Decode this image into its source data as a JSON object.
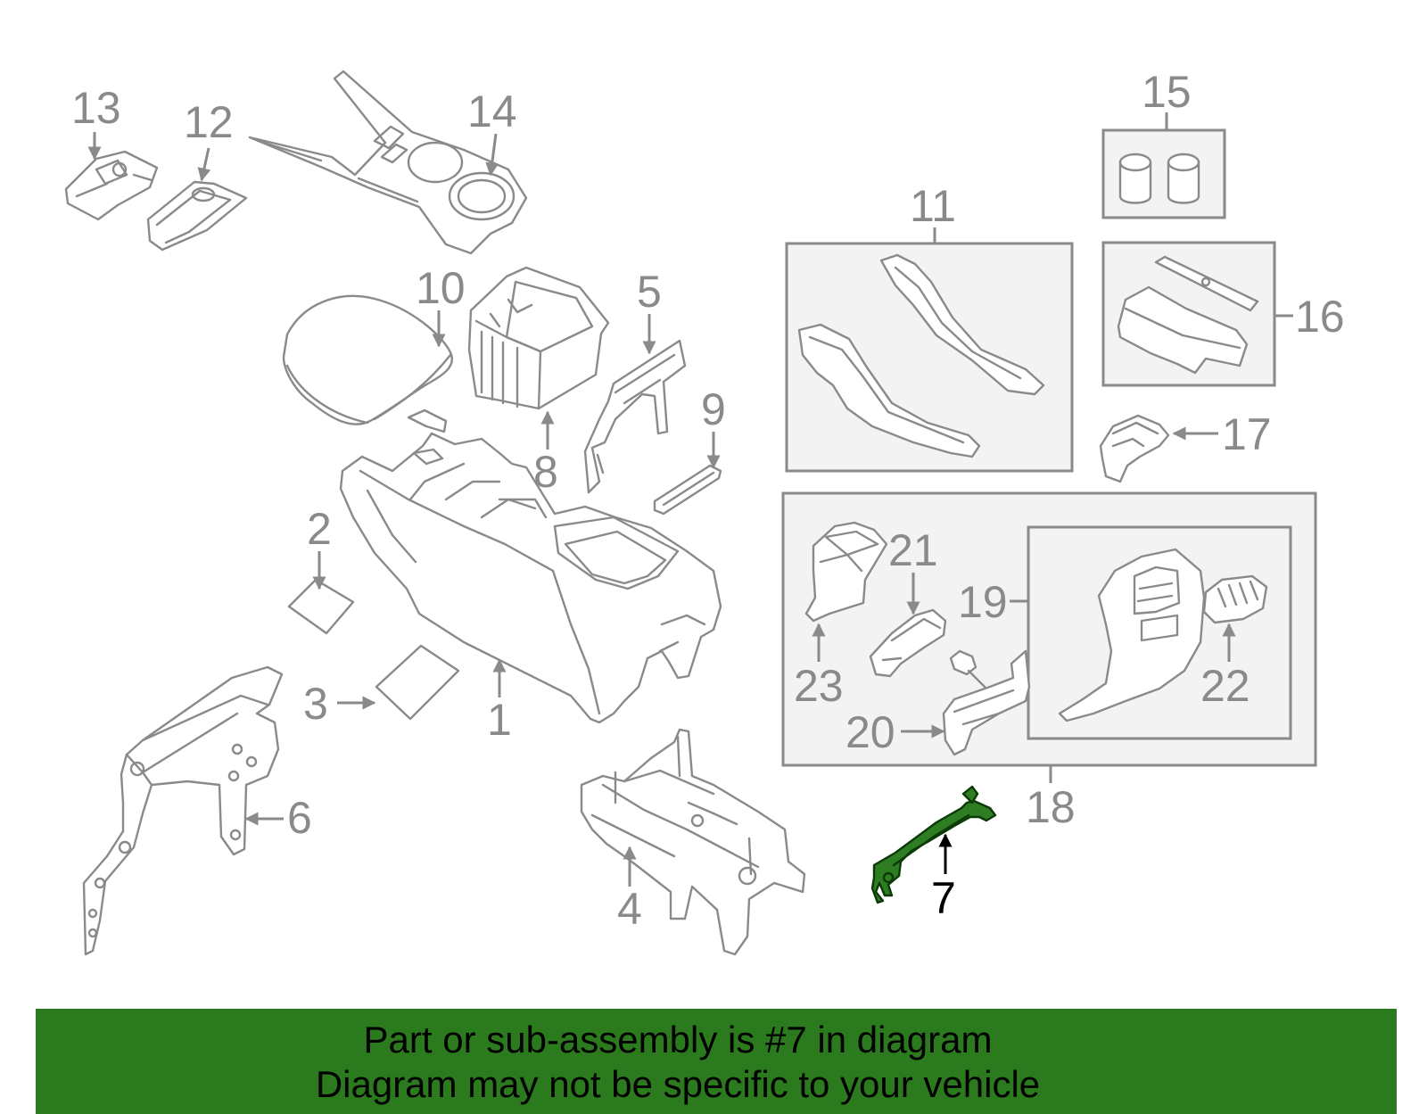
{
  "diagram": {
    "callouts": {
      "c1": "1",
      "c2": "2",
      "c3": "3",
      "c4": "4",
      "c5": "5",
      "c6": "6",
      "c7": "7",
      "c8": "8",
      "c9": "9",
      "c10": "10",
      "c11": "11",
      "c12": "12",
      "c13": "13",
      "c14": "14",
      "c15": "15",
      "c16": "16",
      "c17": "17",
      "c18": "18",
      "c19": "19",
      "c20": "20",
      "c21": "21",
      "c22": "22",
      "c23": "23"
    },
    "highlighted_part": "7",
    "colors": {
      "line_art": "#8a8a8a",
      "highlight_fill": "#2e7d23",
      "banner_bg": "#2c7a1e",
      "group_box_fill": "#f3f3f3"
    }
  },
  "banner": {
    "line1": "Part or sub-assembly is #7 in diagram",
    "line2": "Diagram may not be specific to your vehicle"
  }
}
